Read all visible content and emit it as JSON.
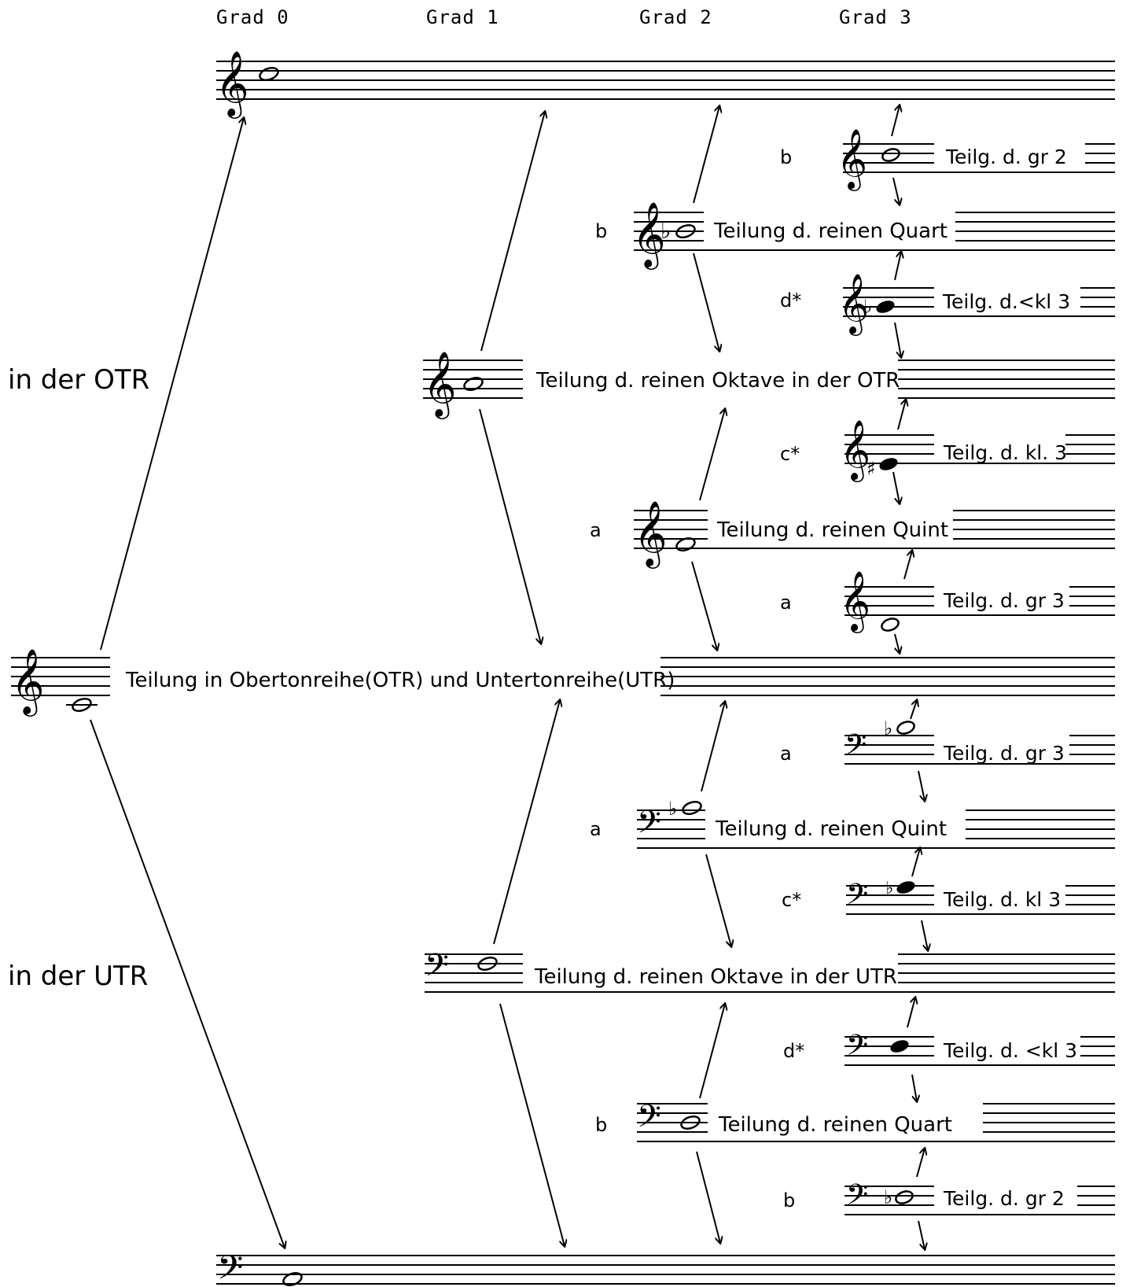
{
  "grades": [
    "Grad 0",
    "Grad 1",
    "Grad 2",
    "Grad 3"
  ],
  "sides": {
    "otr": "in der OTR",
    "utr": "in der UTR"
  },
  "main_label": "Teilung in Obertonreihe(OTR) und Untertonreihe(UTR)",
  "staff_labels": {
    "oct_otr": "Teilung d. reinen Oktave in der OTR",
    "oct_utr": "Teilung d. reinen Oktave in der UTR",
    "quart_top": "Teilung d. reinen Quart",
    "quint_top": "Teilung d. reinen Quint",
    "quint_bot": "Teilung d. reinen Quint",
    "quart_bot": "Teilung d. reinen Quart",
    "g3_1": "Teilg. d. gr 2",
    "g3_2": "Teilg. d.<kl 3",
    "g3_3": "Teilg. d. kl. 3",
    "g3_4": "Teilg. d. gr 3",
    "g3_5": "Teilg. d. gr 3",
    "g3_6": "Teilg. d. kl 3",
    "g3_7": "Teilg. d. <kl 3",
    "g3_8": "Teilg. d. gr 2"
  },
  "variant_letters": {
    "g3_1": "b",
    "quart_top": "b",
    "g3_2": "d*",
    "g3_3": "c*",
    "quint_top": "a",
    "g3_4": "a",
    "g3_5": "a",
    "quint_bot": "a",
    "g3_6": "c*",
    "g3_7": "d*",
    "quart_bot": "b",
    "g3_8": "b"
  },
  "icons": {
    "treble": "treble-clef-icon",
    "bass": "bass-clef-icon",
    "flat": "flat-sign-icon",
    "sharp": "sharp-sign-icon"
  }
}
